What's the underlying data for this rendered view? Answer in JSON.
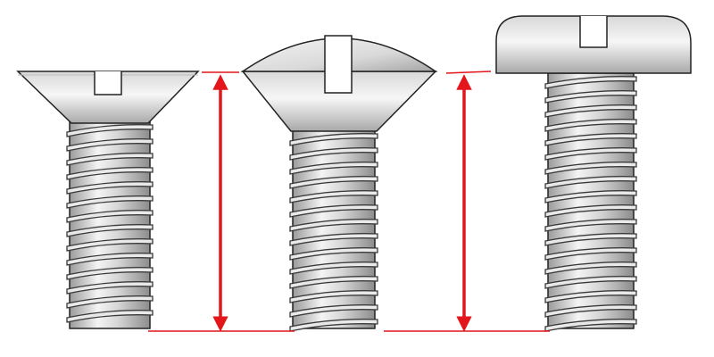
{
  "screws": [
    {
      "head_type": "flat-head",
      "drive": "slotted",
      "measured_length": "overall"
    },
    {
      "head_type": "oval-head",
      "drive": "slotted",
      "measured_length": "overall"
    },
    {
      "head_type": "pan-head",
      "drive": "slotted",
      "measured_length": "under-head"
    }
  ],
  "colors": {
    "metal_light": "#f2f2f2",
    "metal_mid": "#c9c9c9",
    "metal_dark": "#8f8f8f",
    "outline": "#222222",
    "thread_line": "#3a3a3a",
    "measure_red": "#e2161b",
    "background": "#ffffff"
  }
}
